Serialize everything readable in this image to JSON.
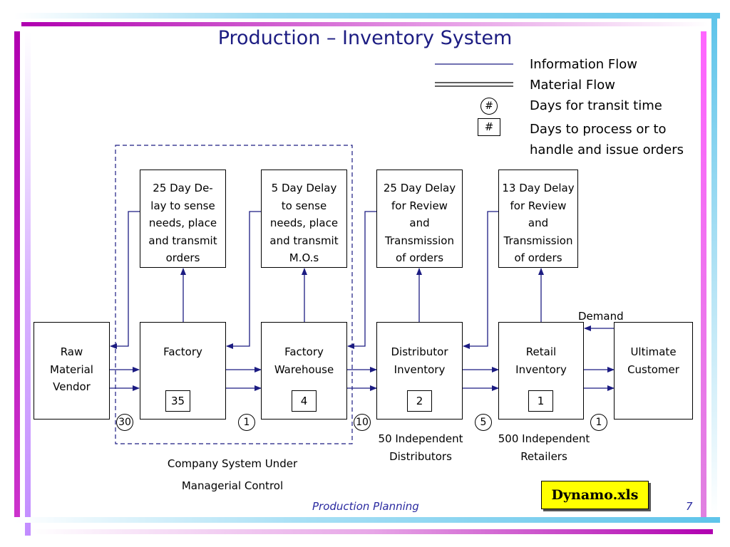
{
  "slide": {
    "title": "Production – Inventory System",
    "footer_left": "Production Planning",
    "page_number": "7",
    "dynamo_label": "Dynamo.xls"
  },
  "legend": [
    {
      "symbol": "line-single",
      "text": "Information Flow"
    },
    {
      "symbol": "line-double",
      "text": "Material Flow"
    },
    {
      "symbol": "#",
      "symbol_shape": "circle",
      "text": "Days for transit time"
    },
    {
      "symbol": "#",
      "symbol_shape": "box",
      "text_lines": [
        "Days to process or to",
        "handle and issue orders"
      ]
    }
  ],
  "delay_boxes": [
    {
      "lines": [
        "25 Day De-",
        "lay to sense",
        "needs, place",
        "and transmit",
        "orders"
      ]
    },
    {
      "lines": [
        "5 Day Delay",
        "to sense",
        "needs, place",
        "and transmit",
        "M.O.s"
      ]
    },
    {
      "lines": [
        "25 Day Delay",
        "for Review",
        "and",
        "Transmission",
        "of orders"
      ]
    },
    {
      "lines": [
        "13 Day Delay",
        "for Review",
        "and",
        "Transmission",
        "of orders"
      ]
    }
  ],
  "nodes": [
    {
      "lines": [
        "Raw",
        "Material",
        "Vendor"
      ],
      "process_days": null
    },
    {
      "lines": [
        "Factory"
      ],
      "process_days": "35"
    },
    {
      "lines": [
        "Factory",
        "Warehouse"
      ],
      "process_days": "4"
    },
    {
      "lines": [
        "Distributor",
        "Inventory"
      ],
      "process_days": "2"
    },
    {
      "lines": [
        "Retail",
        "Inventory"
      ],
      "process_days": "1"
    },
    {
      "lines": [
        "Ultimate",
        "Customer"
      ],
      "process_days": null
    }
  ],
  "transit_days": [
    "30",
    "1",
    "10",
    "5",
    "1"
  ],
  "labels": {
    "demand": "Demand",
    "distributors": [
      "50 Independent",
      "Distributors"
    ],
    "retailers": [
      "500 Independent",
      "Retailers"
    ],
    "company_system": [
      "Company System Under",
      "Managerial Control"
    ]
  },
  "colors": {
    "title": "#1c1c82",
    "frame_magenta": "#cc33cc",
    "frame_cyan": "#66ccee",
    "frame_lavender": "#cc99ff",
    "highlight_yellow": "#ffff00",
    "footer_text": "#2a2aa0"
  }
}
